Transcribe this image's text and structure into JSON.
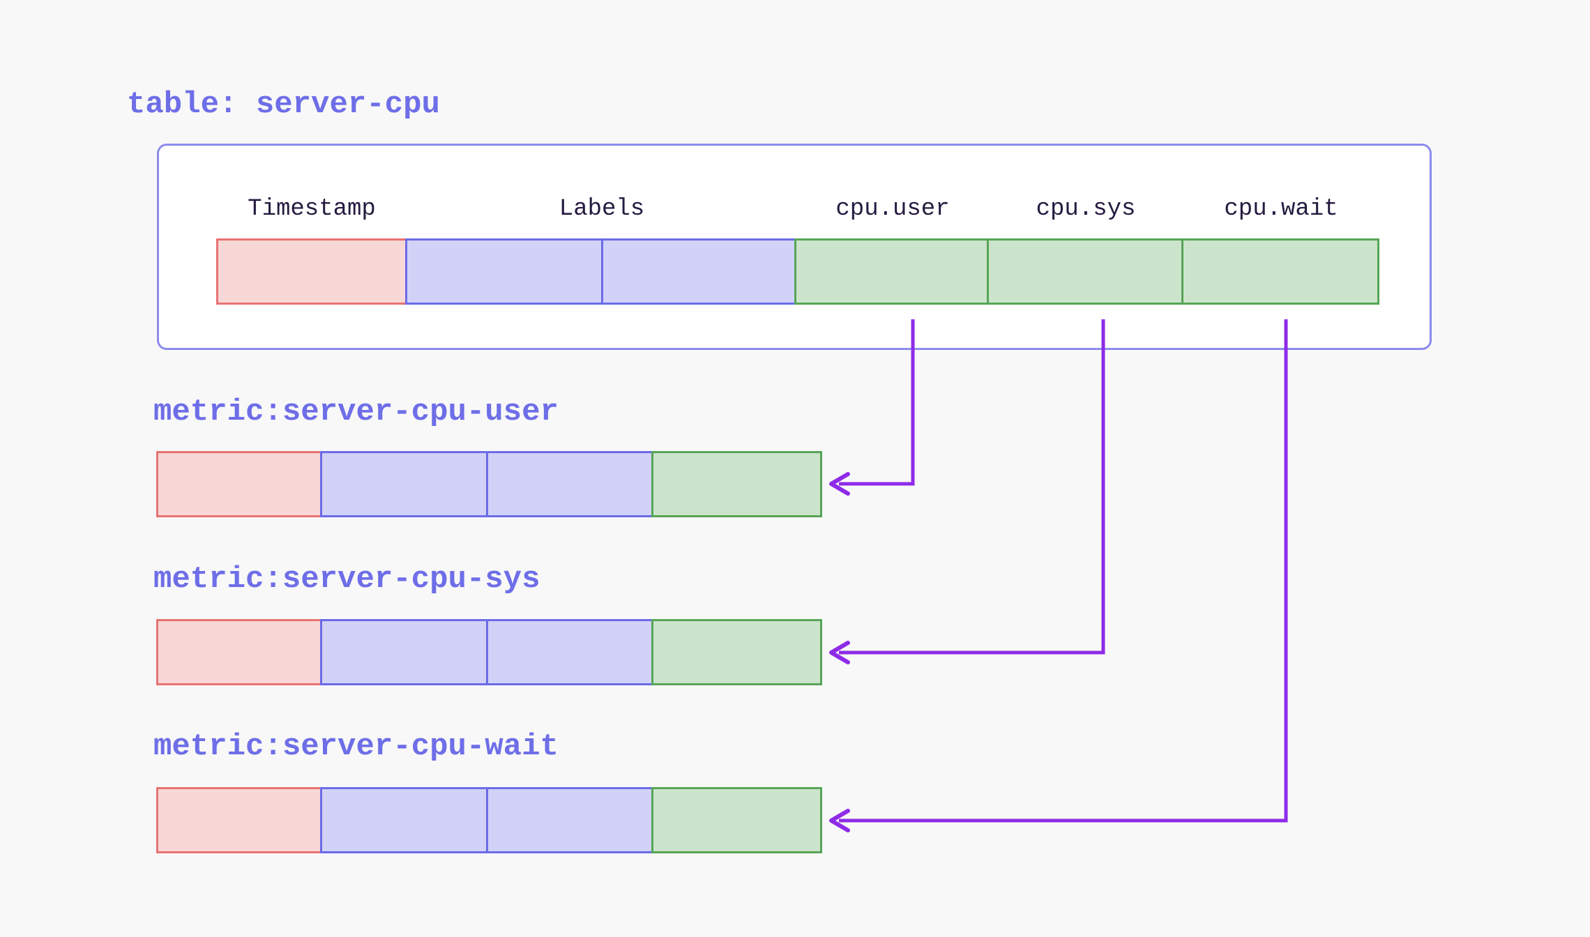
{
  "table": {
    "title": "table: server-cpu",
    "columns": [
      {
        "label": "Timestamp",
        "kind": "timestamp"
      },
      {
        "label": "Labels",
        "kind": "labels",
        "cells": 2
      },
      {
        "label": "cpu.user",
        "kind": "field"
      },
      {
        "label": "cpu.sys",
        "kind": "field"
      },
      {
        "label": "cpu.wait",
        "kind": "field"
      }
    ]
  },
  "metrics": [
    {
      "title": "metric:server-cpu-user",
      "source_column": "cpu.user"
    },
    {
      "title": "metric:server-cpu-sys",
      "source_column": "cpu.sys"
    },
    {
      "title": "metric:server-cpu-wait",
      "source_column": "cpu.wait"
    }
  ],
  "colors": {
    "background": "#f8f8f8",
    "panel_fill": "#ffffff",
    "panel_border": "#8c8cec",
    "accent_text": "#6e6ee8",
    "header_text": "#251b40",
    "timestamp_fill": "#f8d7d7",
    "timestamp_border": "#e87272",
    "labels_fill": "#d2d2f8",
    "labels_border": "#6b6be8",
    "field_fill": "#cde4cc",
    "field_border": "#56a556",
    "arrow": "#8f2be8"
  }
}
